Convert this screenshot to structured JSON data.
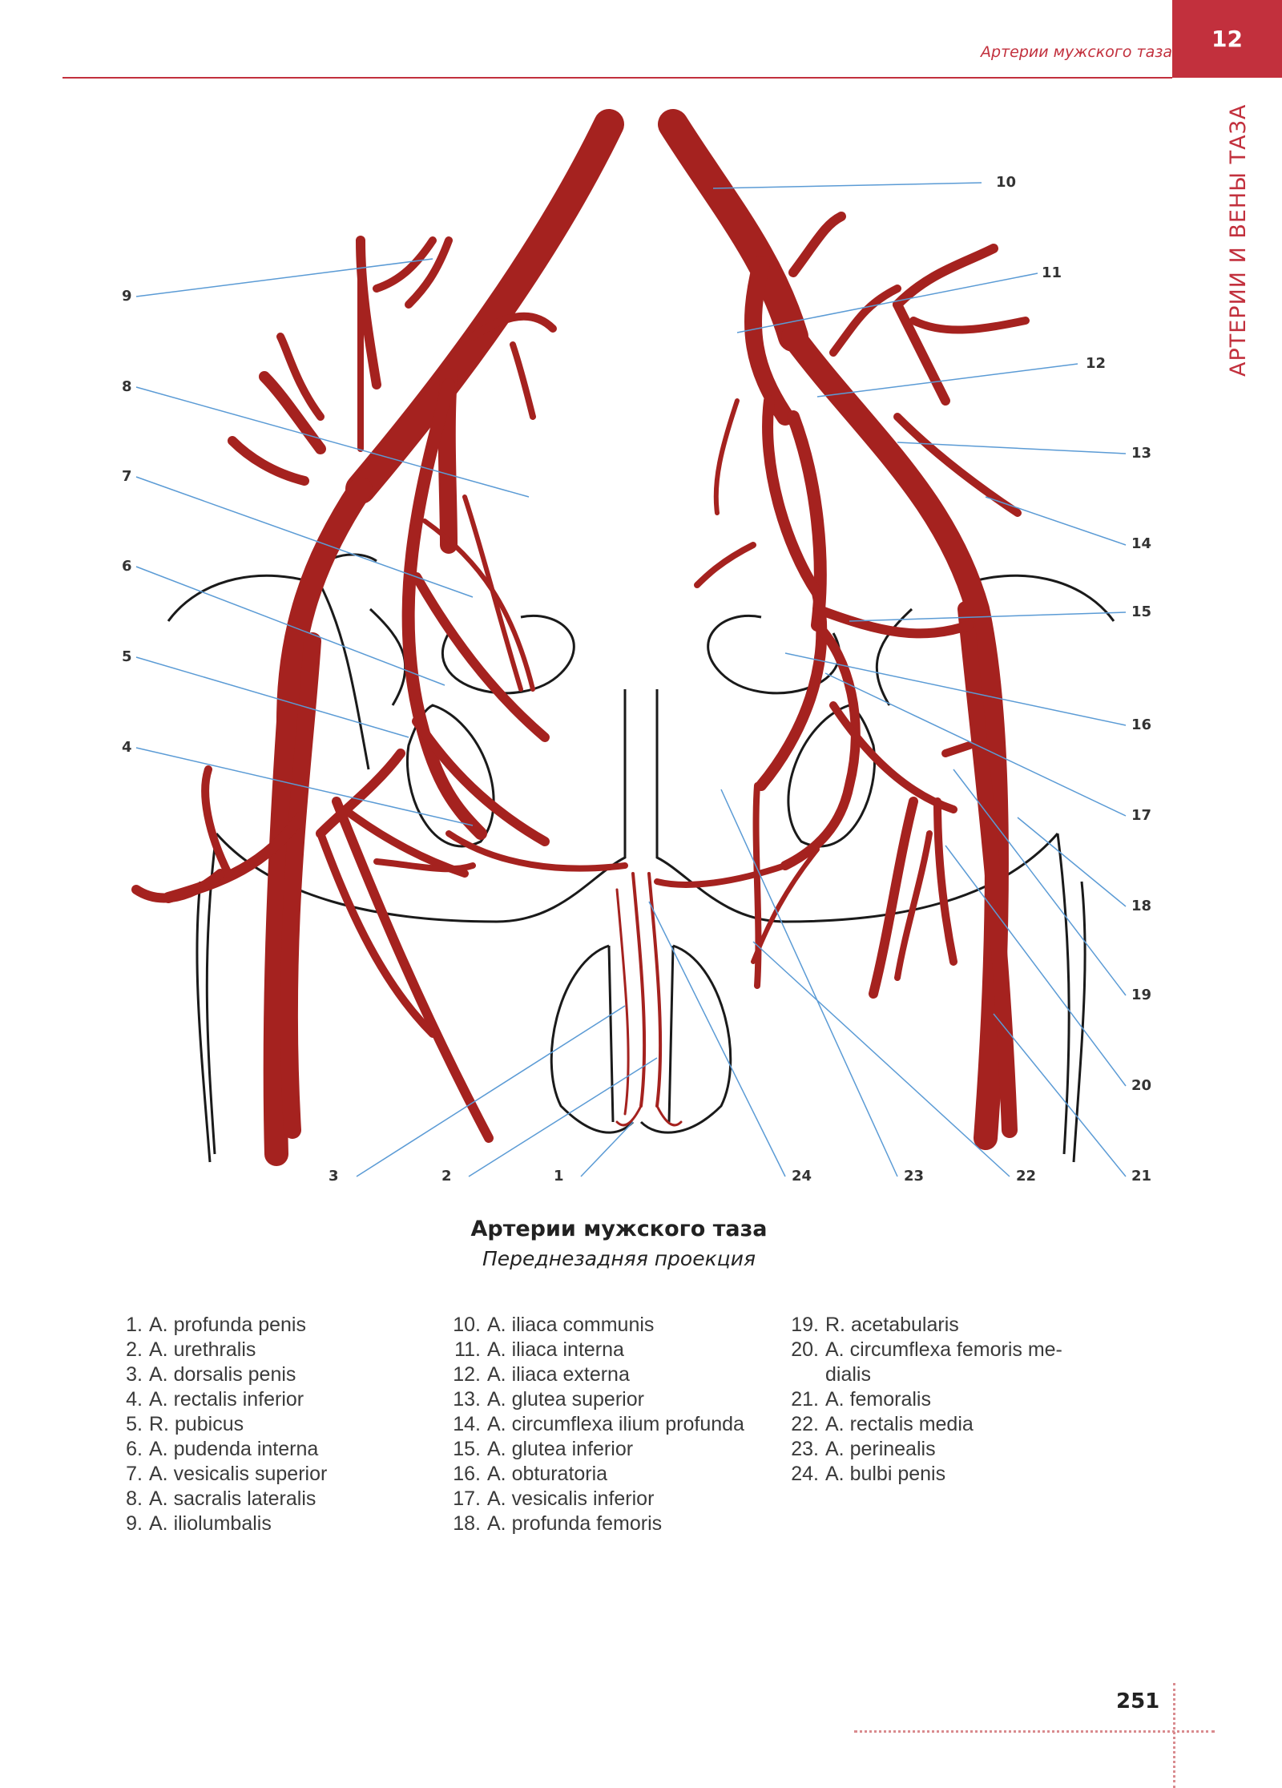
{
  "header": {
    "running_title": "Артерии мужского таза",
    "chapter_number": "12",
    "side_label": "АРТЕРИИ И ВЕНЫ ТАЗА"
  },
  "figure": {
    "title": "Артерии мужского таза",
    "subtitle": "Переднезадняя проекция",
    "left_callouts": [
      "9",
      "8",
      "7",
      "6",
      "5",
      "4"
    ],
    "right_callouts": [
      "10",
      "11",
      "12",
      "13",
      "14",
      "15",
      "16",
      "17",
      "18",
      "19",
      "20",
      "21"
    ],
    "bottom_callouts": [
      "3",
      "2",
      "1",
      "24",
      "23",
      "22"
    ],
    "colors": {
      "artery": "#a5221f",
      "outline": "#1a1a1a",
      "leader": "#5b9bd5",
      "accent": "#c2303d"
    }
  },
  "legend": {
    "col1": [
      {
        "num": "1.",
        "text": "A. profunda penis"
      },
      {
        "num": "2.",
        "text": "A. urethralis"
      },
      {
        "num": "3.",
        "text": "A. dorsalis penis"
      },
      {
        "num": "4.",
        "text": "A. rectalis inferior"
      },
      {
        "num": "5.",
        "text": "R. pubicus"
      },
      {
        "num": "6.",
        "text": "A. pudenda interna"
      },
      {
        "num": "7.",
        "text": "A. vesicalis superior"
      },
      {
        "num": "8.",
        "text": "A. sacralis lateralis"
      },
      {
        "num": "9.",
        "text": "A. iliolumbalis"
      }
    ],
    "col2": [
      {
        "num": "10.",
        "text": "A. iliaca communis"
      },
      {
        "num": "11.",
        "text": "A. iliaca interna"
      },
      {
        "num": "12.",
        "text": "A. iliaca externa"
      },
      {
        "num": "13.",
        "text": "A. glutea superior"
      },
      {
        "num": "14.",
        "text": "A. circumflexa ilium profunda"
      },
      {
        "num": "15.",
        "text": "A. glutea inferior"
      },
      {
        "num": "16.",
        "text": "A. obturatoria"
      },
      {
        "num": "17.",
        "text": "A. vesicalis inferior"
      },
      {
        "num": "18.",
        "text": "A. profunda femoris"
      }
    ],
    "col3": [
      {
        "num": "19.",
        "text": "R. acetabularis"
      },
      {
        "num": "20.",
        "text": "A. circumflexa femoris me-dialis"
      },
      {
        "num": "21.",
        "text": "A. femoralis"
      },
      {
        "num": "22.",
        "text": "A. rectalis media"
      },
      {
        "num": "23.",
        "text": "A. perinealis"
      },
      {
        "num": "24.",
        "text": "A. bulbi penis"
      }
    ]
  },
  "footer": {
    "page_number": "251"
  }
}
